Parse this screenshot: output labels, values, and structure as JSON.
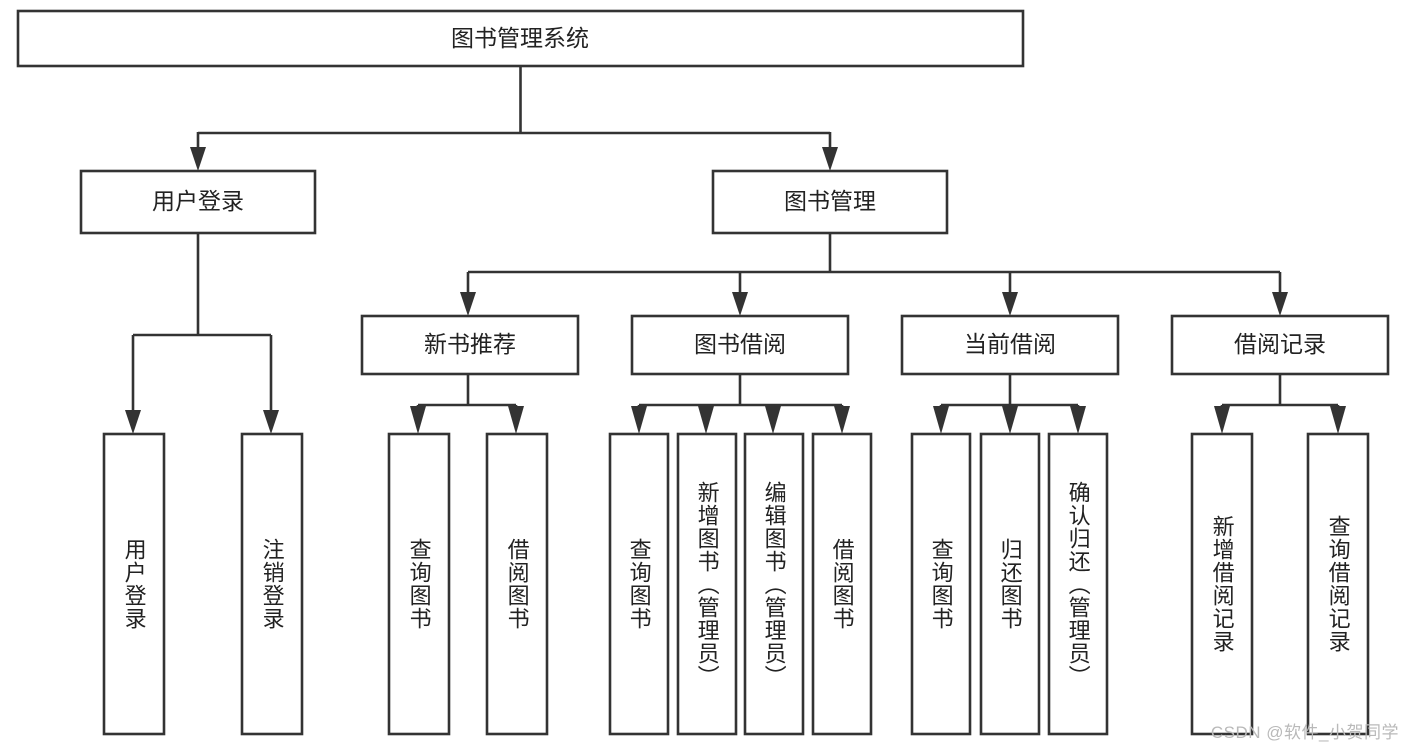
{
  "diagram": {
    "type": "tree",
    "title_node": {
      "label": "图书管理系统"
    },
    "level2": [
      {
        "id": "user-login",
        "label": "用户登录"
      },
      {
        "id": "book-manage",
        "label": "图书管理"
      }
    ],
    "level3": [
      {
        "id": "new-book-recommend",
        "label": "新书推荐"
      },
      {
        "id": "book-borrow",
        "label": "图书借阅"
      },
      {
        "id": "current-borrow",
        "label": "当前借阅"
      },
      {
        "id": "borrow-record",
        "label": "借阅记录"
      }
    ],
    "leaves": {
      "user_login": [
        {
          "id": "leaf-user-login",
          "label": "用户登录"
        },
        {
          "id": "leaf-logout-login",
          "label": "注销登录"
        }
      ],
      "new_book_recommend": [
        {
          "id": "leaf-query-book-1",
          "label": "查询图书"
        },
        {
          "id": "leaf-borrow-book-1",
          "label": "借阅图书"
        }
      ],
      "book_borrow": [
        {
          "id": "leaf-query-book-2",
          "label": "查询图书"
        },
        {
          "id": "leaf-add-book",
          "label": "新增图书（管理员）"
        },
        {
          "id": "leaf-edit-book",
          "label": "编辑图书（管理员）"
        },
        {
          "id": "leaf-borrow-book-2",
          "label": "借阅图书"
        }
      ],
      "current_borrow": [
        {
          "id": "leaf-query-book-3",
          "label": "查询图书"
        },
        {
          "id": "leaf-return-book",
          "label": "归还图书"
        },
        {
          "id": "leaf-confirm-return",
          "label": "确认归还（管理员）"
        }
      ],
      "borrow_record": [
        {
          "id": "leaf-add-borrow-record",
          "label": "新增借阅记录"
        },
        {
          "id": "leaf-query-borrow-record",
          "label": "查询借阅记录"
        }
      ]
    }
  },
  "watermark": {
    "text": "CSDN @软件_小贺同学"
  },
  "colors": {
    "stroke": "#333333",
    "box_fill": "#ffffff",
    "text": "#222222",
    "watermark": "#b9b9b9",
    "background": "#ffffff"
  }
}
